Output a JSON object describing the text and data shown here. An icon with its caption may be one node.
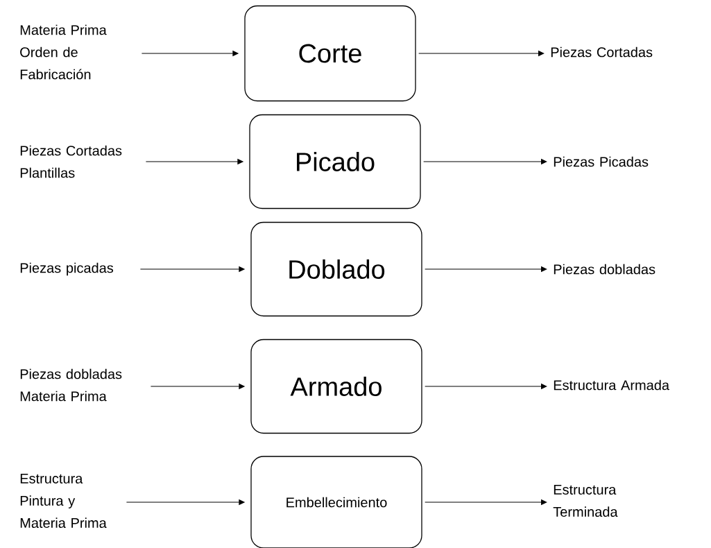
{
  "diagram": {
    "nodes": [
      {
        "text": [
          "Materia Prima",
          "Orden de Fabricación"
        ]
      },
      {
        "text": [
          "Corte"
        ]
      },
      {
        "text": [
          "Piezas Cortadas"
        ]
      },
      {
        "text": [
          "Piezas Cortadas",
          "Plantillas"
        ]
      },
      {
        "text": [
          "Picado"
        ]
      },
      {
        "text": [
          "Piezas Picadas"
        ]
      },
      {
        "text": [
          "Piezas picadas"
        ]
      },
      {
        "text": [
          "Doblado"
        ]
      },
      {
        "text": [
          "Piezas dobladas"
        ]
      },
      {
        "text": [
          "Piezas dobladas",
          "Materia Prima"
        ]
      },
      {
        "text": [
          "Armado"
        ]
      },
      {
        "text": [
          "Estructura Armada"
        ]
      },
      {
        "text": [
          "Estructura",
          "Pintura y Materia Prima"
        ]
      },
      {
        "text": [
          "Embellecimiento"
        ]
      },
      {
        "text": [
          "Estructura Terminada"
        ]
      }
    ],
    "edges": [
      {
        "from": 0,
        "to": 1,
        "arrow": "to"
      },
      {
        "from": 1,
        "to": 2,
        "arrow": "to"
      },
      {
        "from": 3,
        "to": 4,
        "arrow": "to"
      },
      {
        "from": 4,
        "to": 5,
        "arrow": "to"
      },
      {
        "from": 6,
        "to": 7,
        "arrow": "to"
      },
      {
        "from": 7,
        "to": 8,
        "arrow": "to"
      },
      {
        "from": 9,
        "to": 10,
        "arrow": "to"
      },
      {
        "from": 10,
        "to": 11,
        "arrow": "to"
      },
      {
        "from": 12,
        "to": 13,
        "arrow": "to"
      },
      {
        "from": 13,
        "to": 14,
        "arrow": "to"
      }
    ]
  }
}
